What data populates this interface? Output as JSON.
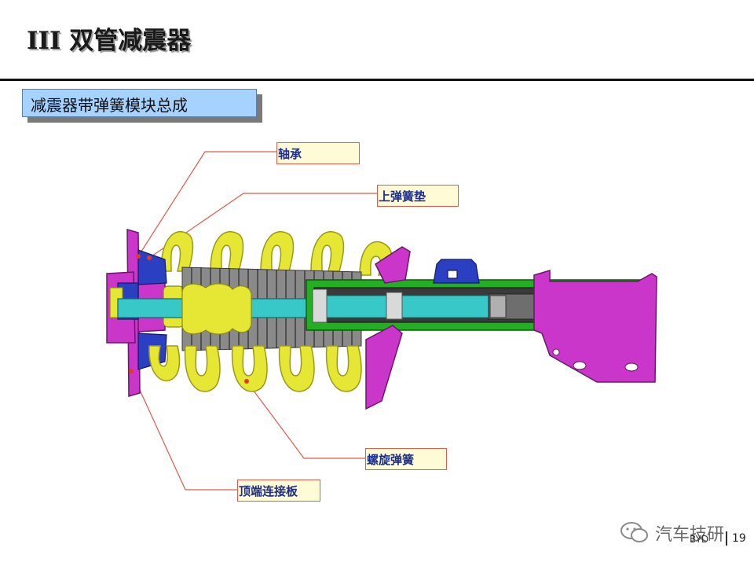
{
  "header": {
    "title": "III  双管减震器"
  },
  "section": {
    "label": "减震器带弹簧模块总成"
  },
  "callouts": {
    "bearing": "轴承",
    "upper_spring_seat": "上弹簧垫",
    "coil_spring": "螺旋弹簧",
    "top_mount_plate": "顶端连接板"
  },
  "footer": {
    "watermark_text": "汽车技研",
    "brand": "BYD",
    "page_number": "19"
  },
  "colors": {
    "spring": "#e6e634",
    "bracket": "#c936c9",
    "strut_tube": "#22b022",
    "rod": "#38c8c8",
    "bellows": "#8a8a8a",
    "mount_blue": "#2a3fc2",
    "leader_line": "#e05a4a"
  }
}
